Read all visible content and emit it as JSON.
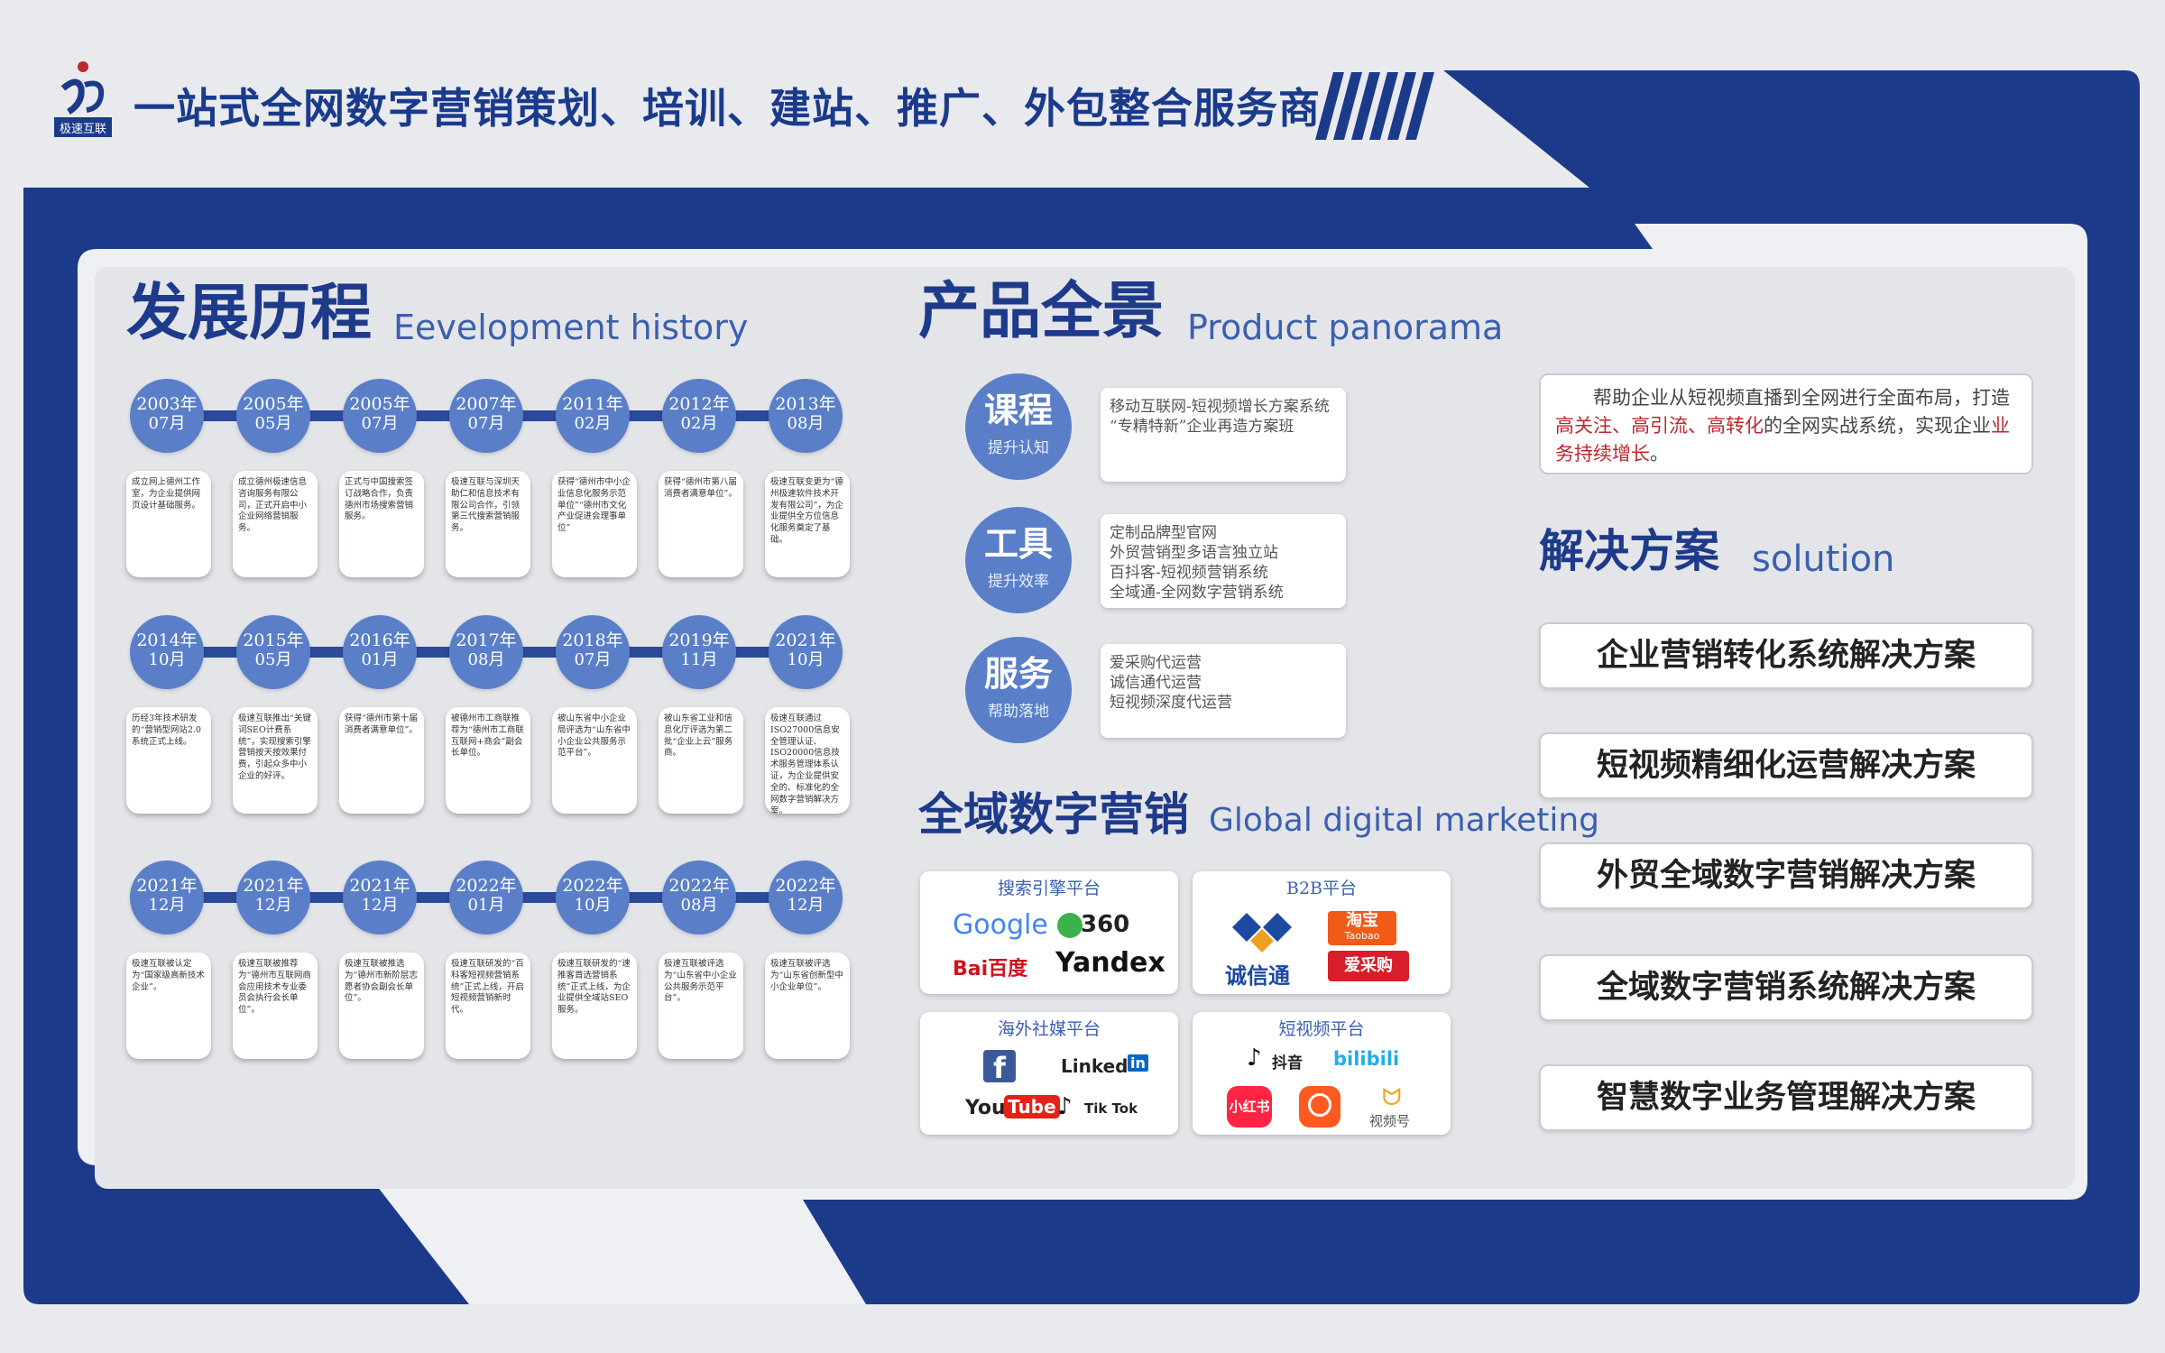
{
  "header": {
    "title": "一站式全网数字营销策划、培训、建站、推广、外包整合服务商",
    "logo_text": "极速互联"
  },
  "history": {
    "title_cn": "发展历程",
    "title_en": "Eevelopment history",
    "rows": [
      [
        {
          "year": "2003年",
          "month": "07月",
          "text": "成立网上德州工作室，为企业提供网页设计基础服务。"
        },
        {
          "year": "2005年",
          "month": "05月",
          "text": "成立德州极速信息咨询服务有限公司，正式开启中小企业网络营销服务。"
        },
        {
          "year": "2005年",
          "month": "07月",
          "text": "正式与中国搜索签订战略合作，负责德州市场搜索营销服务。"
        },
        {
          "year": "2007年",
          "month": "07月",
          "text": "极速互联与深圳天助仁和信息技术有限公司合作，引领第三代搜索营销服务。"
        },
        {
          "year": "2011年",
          "month": "02月",
          "text": "获得“德州市中小企业信息化服务示范单位”“德州市文化产业促进会理事单位”"
        },
        {
          "year": "2012年",
          "month": "02月",
          "text": "获得“德州市第八届消费者满意单位”。"
        },
        {
          "year": "2013年",
          "month": "08月",
          "text": "极速互联变更为“德州极速软件技术开发有限公司”，为企业提供全方位信息化服务奠定了基础。"
        }
      ],
      [
        {
          "year": "2014年",
          "month": "10月",
          "text": "历经3年技术研发的“营销型网站2.0系统正式上线。"
        },
        {
          "year": "2015年",
          "month": "05月",
          "text": "极速互联推出“关键词SEO计费系统”，实现搜索引擎营销按天按效果付费，引起众多中小企业的好评。"
        },
        {
          "year": "2016年",
          "month": "01月",
          "text": "获得“德州市第十届消费者满意单位”。"
        },
        {
          "year": "2017年",
          "month": "08月",
          "text": "被德州市工商联推荐为“德州市工商联互联网+商会”副会长单位。"
        },
        {
          "year": "2018年",
          "month": "07月",
          "text": "被山东省中小企业局评选为“山东省中小企业公共服务示范平台”。"
        },
        {
          "year": "2019年",
          "month": "11月",
          "text": "被山东省工业和信息化厅评选为第二批“企业上云”服务商。"
        },
        {
          "year": "2021年",
          "month": "10月",
          "text": "极速互联通过ISO27000信息安全管理认证、ISO20000信息技术服务管理体系认证，为企业提供安全的、标准化的全网数字营销解决方案。"
        }
      ],
      [
        {
          "year": "2021年",
          "month": "12月",
          "text": "极速互联被认定为“国家级高新技术企业”。"
        },
        {
          "year": "2021年",
          "month": "12月",
          "text": "极速互联被推荐为“德州市互联网商会应用技术专业委员会执行会长单位”。"
        },
        {
          "year": "2021年",
          "month": "12月",
          "text": "极速互联被推选为“德州市新阶层志愿者协会副会长单位”。"
        },
        {
          "year": "2022年",
          "month": "01月",
          "text": "极速互联研发的“百科客短视频营销系统”正式上线，开启短视频营销新时代。"
        },
        {
          "year": "2022年",
          "month": "10月",
          "text": "极速互联研发的“速推客首选营销系统”正式上线，为企业提供全域站SEO服务。"
        },
        {
          "year": "2022年",
          "month": "08月",
          "text": "极速互联被评选为“山东省中小企业公共服务示范平台”。"
        },
        {
          "year": "2022年",
          "month": "12月",
          "text": "极速互联被评选为“山东省创新型中小企业单位”。"
        }
      ]
    ]
  },
  "products": {
    "title_cn": "产品全景",
    "title_en": "Product panorama",
    "items": [
      {
        "name": "课程",
        "sub": "提升认知",
        "lines": [
          "移动互联网-短视频增长方案系统",
          "“专精特新”企业再造方案班"
        ]
      },
      {
        "name": "工具",
        "sub": "提升效率",
        "lines": [
          "定制品牌型官网",
          "外贸营销型多语言独立站",
          "百抖客-短视频营销系统",
          "全域通-全网数字营销系统"
        ]
      },
      {
        "name": "服务",
        "sub": "帮助落地",
        "lines": [
          "爱采购代运营",
          "诚信通代运营",
          "短视频深度代运营"
        ]
      }
    ]
  },
  "digital": {
    "title_cn": "全域数字营销",
    "title_en": "Global digital marketing",
    "platforms": [
      {
        "title": "搜索引擎平台",
        "logos": [
          "Google",
          "360",
          "Bai百度",
          "Yandex"
        ]
      },
      {
        "title": "B2B平台",
        "logos": [
          "诚信通",
          "淘宝",
          "Taobao",
          "爱采购"
        ]
      },
      {
        "title": "海外社媒平台",
        "logos": [
          "f",
          "Linked",
          "in",
          "You",
          "Tube",
          "Tik Tok"
        ]
      },
      {
        "title": "短视频平台",
        "logos": [
          "抖音",
          "bilibili",
          "小红书",
          "视频号"
        ]
      }
    ]
  },
  "solution": {
    "intro_a": "帮助企业从短视频直播到全网进行全面布局，打造",
    "intro_hl1": "高关注、高引流、高转化",
    "intro_b": "的全网实战系统，实现企业",
    "intro_hl2": "业务持续增长",
    "intro_c": "。",
    "title_cn": "解决方案",
    "title_en": "solution",
    "buttons": [
      "企业营销转化系统解决方案",
      "短视频精细化运营解决方案",
      "外贸全域数字营销解决方案",
      "全域数字营销系统解决方案",
      "智慧数字业务管理解决方案"
    ]
  },
  "colors": {
    "navy": "#1b3a8a",
    "bubble": "#5a7fc8",
    "highlight": "#c0272d"
  }
}
